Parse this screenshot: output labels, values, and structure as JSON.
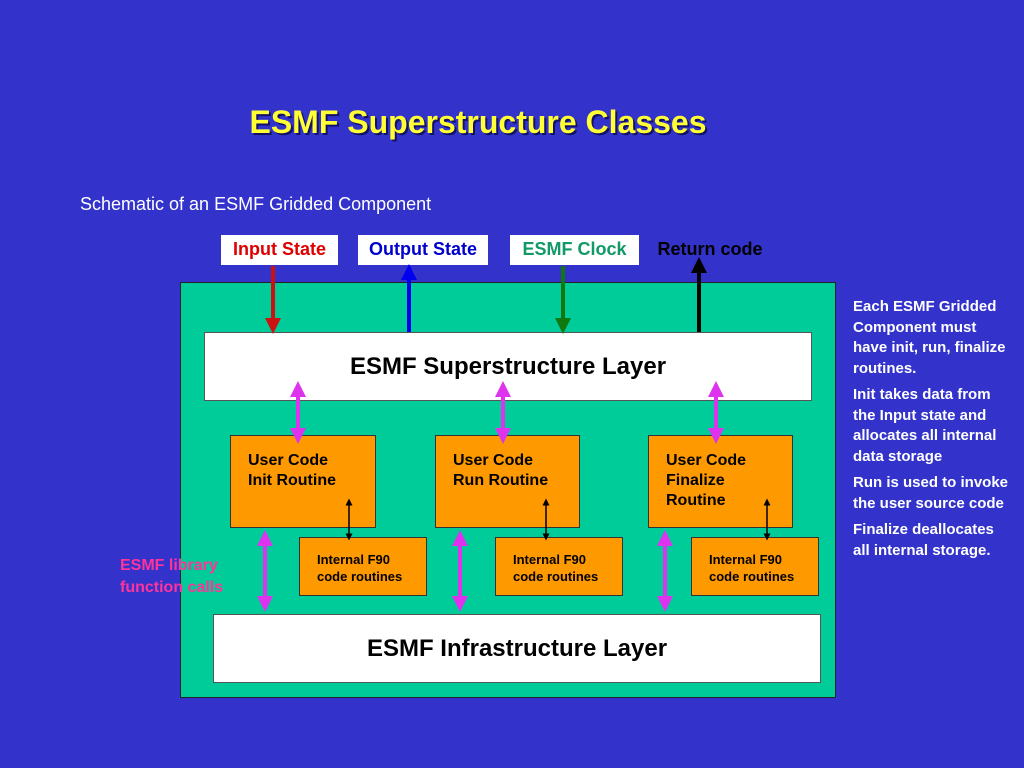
{
  "title": "ESMF Superstructure Classes",
  "subtitle": "Schematic of an ESMF Gridded Component",
  "states": {
    "input": "Input State",
    "output": "Output State",
    "clock": "ESMF Clock",
    "return": "Return code"
  },
  "superstructure_layer": "ESMF Superstructure Layer",
  "infrastructure_layer": "ESMF Infrastructure Layer",
  "routines": {
    "init": [
      "User Code",
      "Init Routine"
    ],
    "run": [
      "User Code",
      "Run Routine"
    ],
    "finalize": [
      "User Code",
      "Finalize",
      "Routine"
    ]
  },
  "internal": {
    "line1": "Internal F90",
    "line2": "code routines"
  },
  "library_calls": [
    "ESMF library",
    "function calls"
  ],
  "notes": [
    "Each ESMF Gridded Component must have init, run, finalize routines.",
    "Init takes data from the Input state and allocates all internal data storage",
    "Run is used to invoke the user source code",
    "Finalize deallocates all internal storage."
  ],
  "colors": {
    "background": "#3333cc",
    "title": "#ffff33",
    "panel": "#00cc99",
    "routine": "#ff9900",
    "input_arrow": "#cc1111",
    "output_arrow": "#0000ee",
    "clock_arrow": "#117711",
    "return_arrow": "#000000",
    "library_arrow": "#dd33ee",
    "library_label": "#ff3399"
  }
}
